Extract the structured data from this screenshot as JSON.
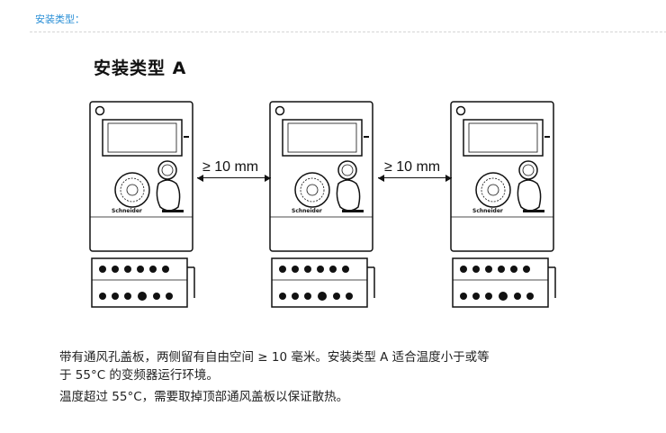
{
  "section": {
    "label": "安装类型："
  },
  "figure": {
    "title": "安装类型 A",
    "drives": [
      {
        "brand": "Schneider"
      },
      {
        "brand": "Schneider"
      },
      {
        "brand": "Schneider"
      }
    ],
    "clearances": [
      "≥ 10 mm",
      "≥ 10 mm"
    ]
  },
  "description": {
    "line1": "带有通风孔盖板，两侧留有自由空间 ≥ 10 毫米。安装类型 A 适合温度小于或等",
    "line2": "于 55°C 的变频器运行环境。",
    "line3": "温度超过 55°C，需要取掉顶部通风盖板以保证散热。"
  }
}
